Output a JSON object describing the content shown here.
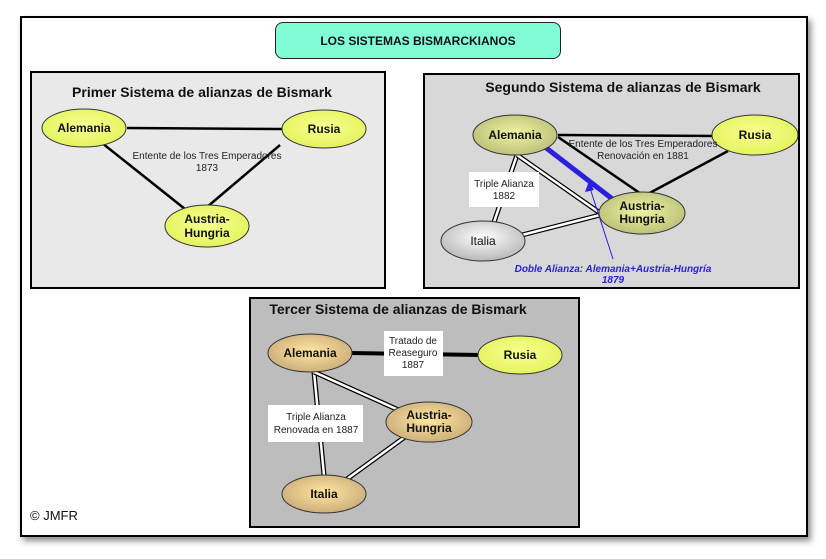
{
  "title": "LOS SISTEMAS BISMARCKIANOS",
  "copyright": "© JMFR",
  "colors": {
    "title_bg": "#80fcd6",
    "node_yellow": "#eefc6e",
    "node_olive": "#c8cc80",
    "node_tan": "#e8c880",
    "node_grey": "#d0d0d0",
    "blue": "#2a20e0"
  },
  "panel1": {
    "title": "Primer Sistema de alianzas de Bismark",
    "nodes": {
      "alemania": "Alemania",
      "rusia": "Rusia",
      "austria_l1": "Austria-",
      "austria_l2": "Hungria"
    },
    "label_l1": "Entente de los Tres Emperadores",
    "label_l2": "1873"
  },
  "panel2": {
    "title": "Segundo Sistema de alianzas de Bismark",
    "nodes": {
      "alemania": "Alemania",
      "rusia": "Rusia",
      "austria_l1": "Austria-",
      "austria_l2": "Hungria",
      "italia": "Italia"
    },
    "entente_l1": "Entente de los Tres Emperadores",
    "entente_l2": "Renovación en 1881",
    "triple_l1": "Triple Alianza",
    "triple_l2": "1882",
    "doble_l1": "Doble Alianza: Alemania+Austria-Hungría",
    "doble_l2": "1879"
  },
  "panel3": {
    "title": "Tercer Sistema de alianzas de Bismark",
    "nodes": {
      "alemania": "Alemania",
      "rusia": "Rusia",
      "austria_l1": "Austria-",
      "austria_l2": "Hungria",
      "italia": "Italia"
    },
    "reaseguro_l1": "Tratado de",
    "reaseguro_l2": "Reaseguro",
    "reaseguro_l3": "1887",
    "triple_l1": "Triple Alianza",
    "triple_l2": "Renovada en 1887"
  }
}
